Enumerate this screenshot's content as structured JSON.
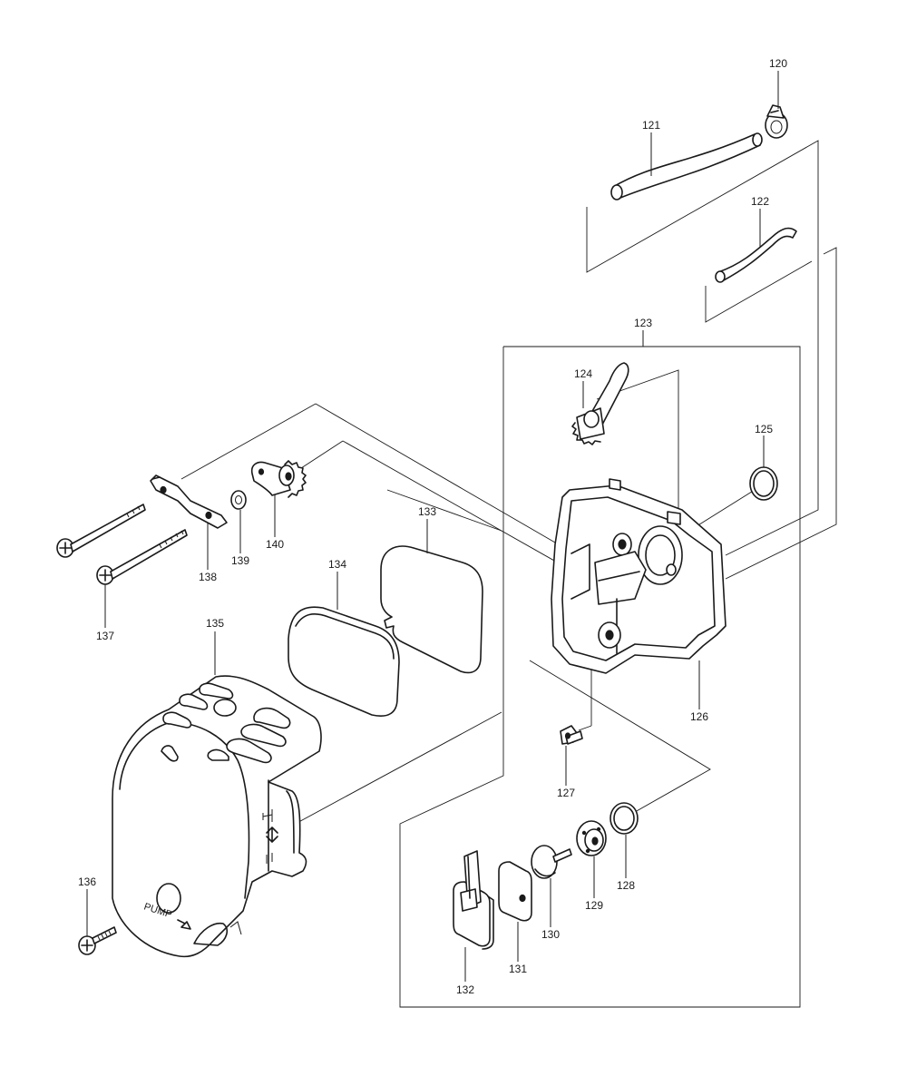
{
  "callouts": {
    "p120": "120",
    "p121": "121",
    "p122": "122",
    "p123": "123",
    "p124": "124",
    "p125": "125",
    "p126": "126",
    "p127": "127",
    "p128": "128",
    "p129": "129",
    "p130": "130",
    "p131": "131",
    "p132": "132",
    "p133": "133",
    "p134": "134",
    "p135": "135",
    "p136": "136",
    "p137": "137",
    "p138": "138",
    "p139": "139",
    "p140": "140"
  },
  "cover_label": "PUMP"
}
